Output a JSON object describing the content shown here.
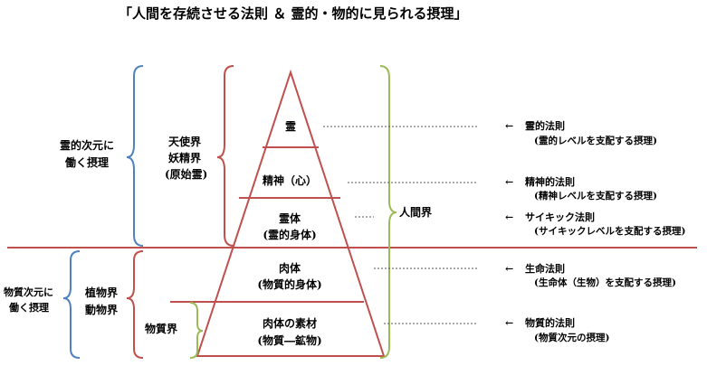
{
  "title": "「人間を存続させる法則 ＆ 霊的・物的に見られる摂理」",
  "left": {
    "spiritual": [
      "霊的次元に",
      "働く摂理"
    ],
    "material": [
      "物質次元に",
      "働く摂理"
    ]
  },
  "realms": {
    "celestial": [
      "天使界",
      "妖精界",
      "(原始霊)"
    ],
    "plant_animal": [
      "植物界",
      "動物界"
    ],
    "material": "物質界",
    "human": "人間界"
  },
  "pyramid": {
    "spirit": "霊",
    "mind": "精神（心）",
    "soul": [
      "霊体",
      "(霊的身体)"
    ],
    "body": [
      "肉体",
      "(物質的身体)"
    ],
    "matter": [
      "肉体の素材",
      "(物質―鉱物)"
    ]
  },
  "laws": [
    {
      "arrow": "←",
      "name": "霊的法則",
      "desc": "(霊的レベルを支配する摂理)"
    },
    {
      "arrow": "←",
      "name": "精神的法則",
      "desc": "(精神レベルを支配する摂理)"
    },
    {
      "arrow": "←",
      "name": "サイキック法則",
      "desc": "(サイキックレベルを支配する摂理)"
    },
    {
      "arrow": "←",
      "name": "生命法則",
      "desc": "(生命体（生物）を支配する摂理)"
    },
    {
      "arrow": "←",
      "name": "物質的法則",
      "desc": "(物質次元の摂理)"
    }
  ],
  "colors": {
    "pyramid": "#c0504d",
    "blue_brace": "#4f81bd",
    "green_brace": "#9bbb59",
    "dash": "#555555"
  }
}
